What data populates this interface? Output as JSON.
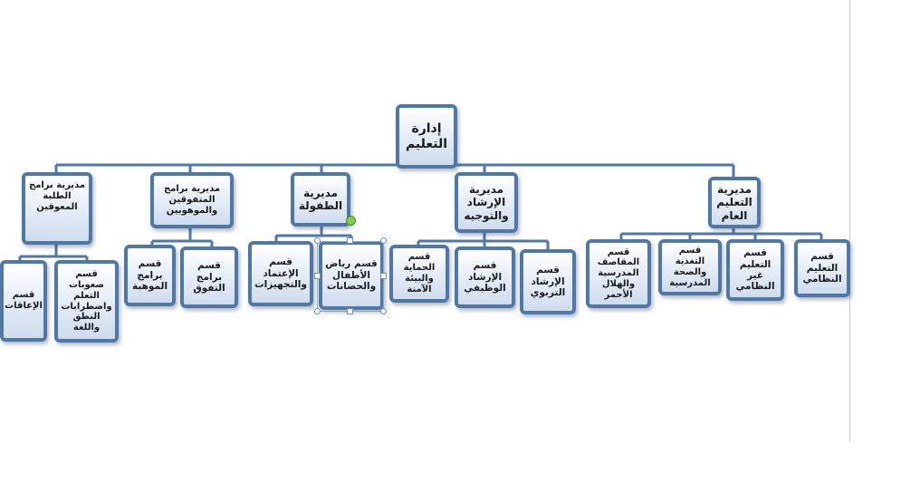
{
  "root": {
    "label": "إدارة\nالتعليم"
  },
  "directorates": [
    {
      "label": "مديرية\nالتعليم\nالعام",
      "sections": [
        "قسم\nالتعليم\nالنظامي",
        "قسم التعليم\nغير\nالنظامي",
        "قسم\nالتغذية\nوالصحة\nالمدرسية",
        "قسم\nالمقاصف\nالمدرسية\nوالهلال\nالأحمر"
      ]
    },
    {
      "label": "مديرية\nالإرشاد\nوالتوجيه",
      "sections": [
        "قسم\nالإرشاد\nالتربوي",
        "قسم\nالإرشاد\nالوظيفي",
        "قسم\nالحماية\nوالبيئة\nالآمنة"
      ]
    },
    {
      "label": "مديرية\nالطفولة",
      "sections": [
        "قسم رياض\nالأطفال\nوالحضانات",
        "قسم\nالإعتماد\nوالتجهيزات"
      ]
    },
    {
      "label": "مديرية برامج\nالمتفوقين\nوالموهوبين",
      "sections": [
        "قسم\nبرامج\nالتفوق",
        "قسم\nبرامج\nالموهبة"
      ]
    },
    {
      "label": "مديرية برامج\nالطلبة\nالمعوقين",
      "sections": [
        "قسم\nصعوبات\nالتعلم\nواضطرابات\nالنطق\nواللغة",
        "قسم\nالإعاقات"
      ]
    }
  ]
}
